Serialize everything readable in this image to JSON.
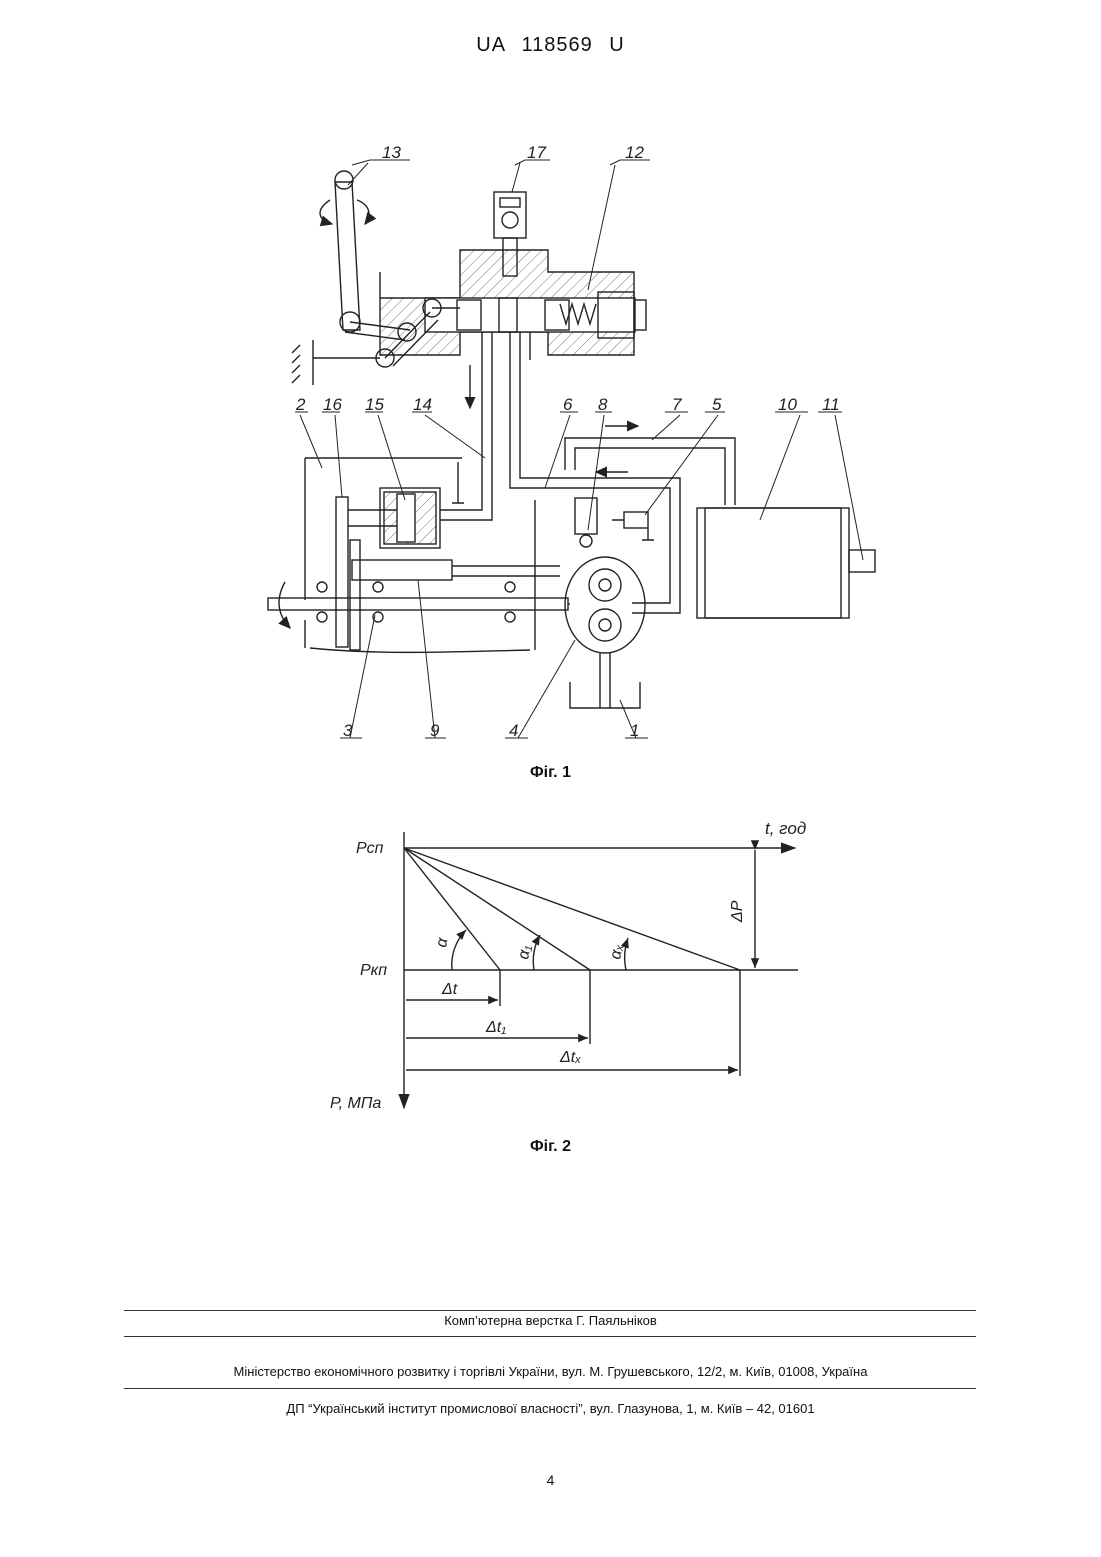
{
  "header": {
    "patent_number": "UA   118569   U"
  },
  "figure1": {
    "caption": "Фіг. 1",
    "labels": [
      "13",
      "17",
      "12",
      "2",
      "16",
      "15",
      "14",
      "6",
      "8",
      "7",
      "5",
      "10",
      "11",
      "3",
      "9",
      "4",
      "1"
    ]
  },
  "figure2": {
    "caption": "Фіг. 2",
    "axis_t": "t, год",
    "axis_p": "P, МПа",
    "p_start": "Pсп",
    "p_end": "Pкп",
    "delta_p": "ΔP",
    "alpha": "α",
    "alpha1": "α₁",
    "alphax": "αₓ",
    "dt": "Δt",
    "dt1": "Δt₁",
    "dtx": "Δtₓ"
  },
  "footer": {
    "layout": "Комп’ютерна верстка Г. Паяльніков",
    "ministry": "Міністерство економічного розвитку і торгівлі України, вул. М. Грушевського, 12/2, м. Київ, 01008, Україна",
    "institute": "ДП “Український інститут промислової власності”, вул. Глазунова, 1, м. Київ – 42, 01601"
  },
  "page_number": "4"
}
